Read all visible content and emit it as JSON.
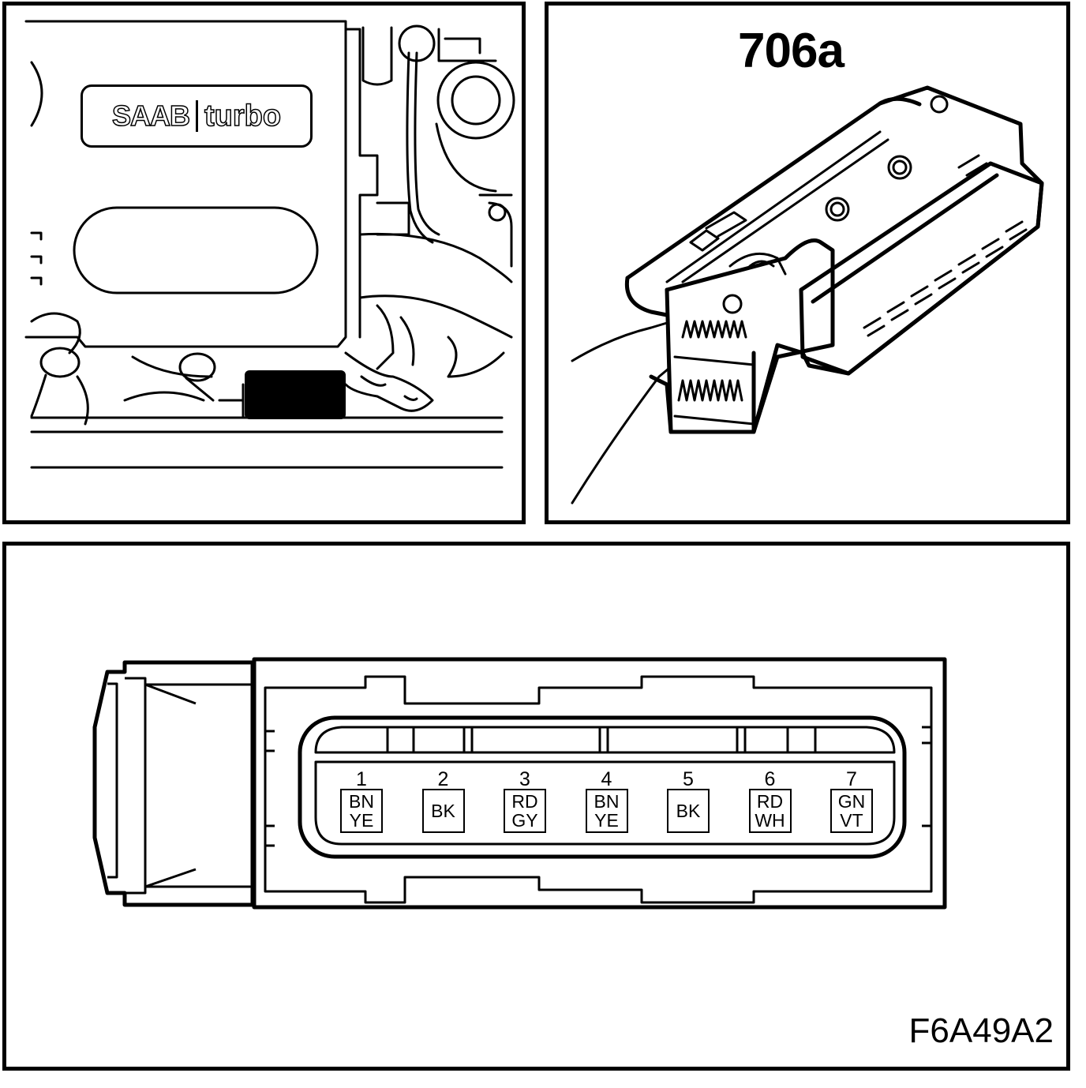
{
  "diagram": {
    "component_id": "706a",
    "figure_code": "F6A49A2",
    "engine_badge": {
      "brand": "SAAB",
      "model": "turbo"
    },
    "pins": [
      {
        "number": "1",
        "wire_colors": [
          "BN",
          "YE"
        ]
      },
      {
        "number": "2",
        "wire_colors": [
          "BK"
        ]
      },
      {
        "number": "3",
        "wire_colors": [
          "RD",
          "GY"
        ]
      },
      {
        "number": "4",
        "wire_colors": [
          "BN",
          "YE"
        ]
      },
      {
        "number": "5",
        "wire_colors": [
          "BK"
        ]
      },
      {
        "number": "6",
        "wire_colors": [
          "RD",
          "WH"
        ]
      },
      {
        "number": "7",
        "wire_colors": [
          "GN",
          "VT"
        ]
      }
    ]
  }
}
